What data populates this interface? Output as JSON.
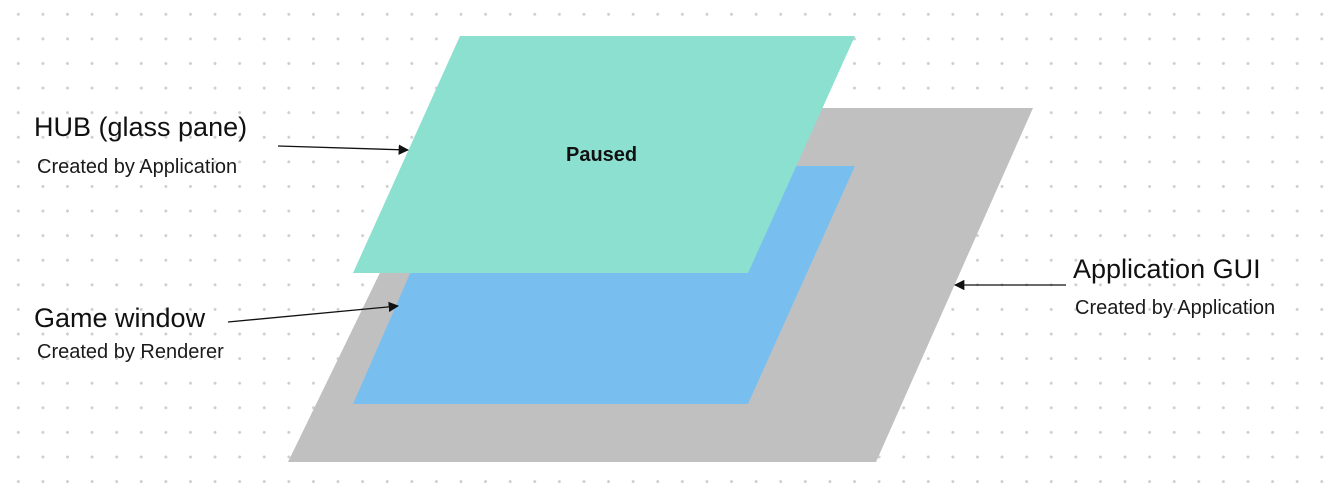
{
  "layers": {
    "application_gui": {
      "title": "Application GUI",
      "subtitle": "Created by Application",
      "color": "#c0c0c0"
    },
    "game_window": {
      "title": "Game window",
      "subtitle": "Created by Renderer",
      "color": "#78bff0"
    },
    "hub_glass_pane": {
      "title": "HUB (glass pane)",
      "subtitle": "Created by Application",
      "color": "#8ce0d0",
      "pane_text": "Paused"
    }
  },
  "colors": {
    "background": "#ffffff",
    "grid_dot": "#cfcfcf",
    "arrow": "#111111"
  }
}
